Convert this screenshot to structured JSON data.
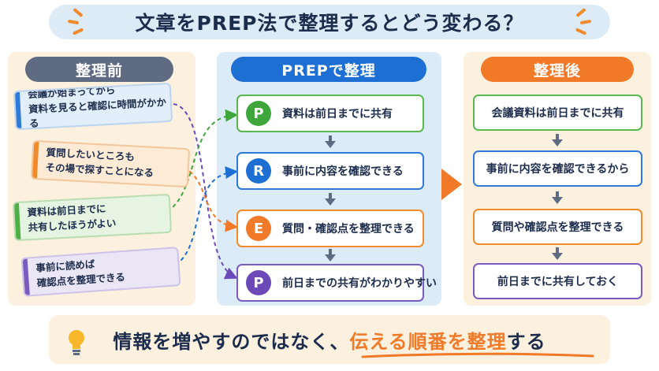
{
  "title": {
    "text": "文章をPREP法で整理するとどう変わる？"
  },
  "before": {
    "header": "整理前",
    "notes": [
      "会議が始まってから\n資料を見ると確認に時間がかかる",
      "質問したいところも\nその場で探すことになる",
      "資料は前日までに\n共有したほうがよい",
      "事前に読めば\n確認点を整理できる"
    ]
  },
  "prep": {
    "header": "PREPで整理",
    "steps": [
      {
        "letter": "P",
        "text": "資料は前日までに共有"
      },
      {
        "letter": "R",
        "text": "事前に内容を確認できる"
      },
      {
        "letter": "E",
        "text": "質問・確認点を整理できる"
      },
      {
        "letter": "P",
        "text": "前日までの共有がわかりやすい"
      }
    ]
  },
  "after": {
    "header": "整理後",
    "items": [
      "会議資料は前日までに共有",
      "事前に内容を確認できるから",
      "質問や確認点を整理できる",
      "前日までに共有しておく"
    ]
  },
  "bottom": {
    "lead": "情報を増やすのではなく、",
    "accent": "伝える順番を整理",
    "tail": "する"
  },
  "colors": {
    "green": "#3ea63a",
    "blue": "#1e6fd4",
    "orange": "#f07a28",
    "purple": "#6b4ab8",
    "navy": "#1c2c4c"
  }
}
